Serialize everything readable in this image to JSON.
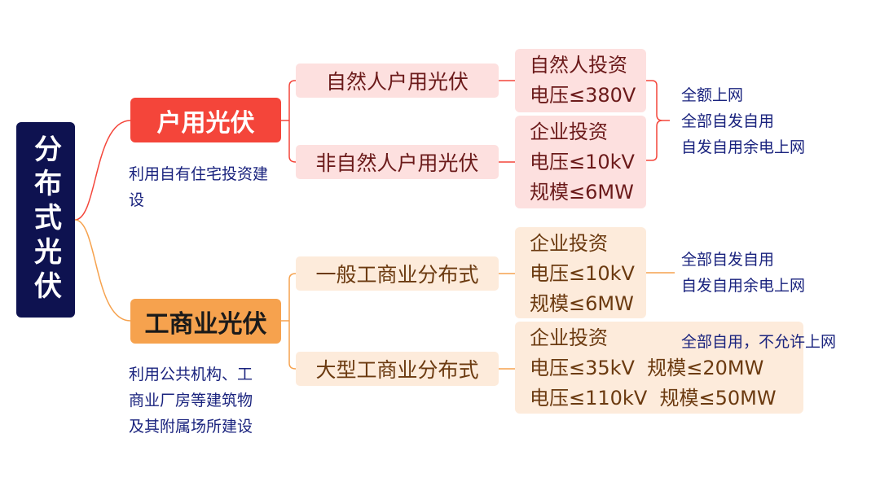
{
  "root": {
    "label": "分布式光伏",
    "color": "#0e1250"
  },
  "branches": [
    {
      "label": "户用光伏",
      "color": "#f4453a",
      "description": "利用自有住宅投资建设",
      "children": [
        {
          "label": "自然人户用光伏",
          "details": [
            "自然人投资",
            "电压≤380V"
          ]
        },
        {
          "label": "非自然人户用光伏",
          "details": [
            "企业投资",
            "电压≤10kV",
            "规模≤6MW"
          ]
        }
      ],
      "notes": [
        "全额上网",
        "全部自发自用",
        "自发自用余电上网"
      ]
    },
    {
      "label": "工商业光伏",
      "color": "#f6a24e",
      "description": "利用公共机构、工商业厂房等建筑物及其附属场所建设",
      "children": [
        {
          "label": "一般工商业分布式",
          "details": [
            "企业投资",
            "电压≤10kV",
            "规模≤6MW"
          ],
          "notes": [
            "全部自发自用",
            "自发自用余电上网"
          ]
        },
        {
          "label": "大型工商业分布式",
          "details": [
            "企业投资",
            "电压≤35kV  规模≤20MW",
            "电压≤110kV  规模≤50MW"
          ],
          "notes": [
            "全部自用，不允许上网"
          ]
        }
      ]
    }
  ]
}
